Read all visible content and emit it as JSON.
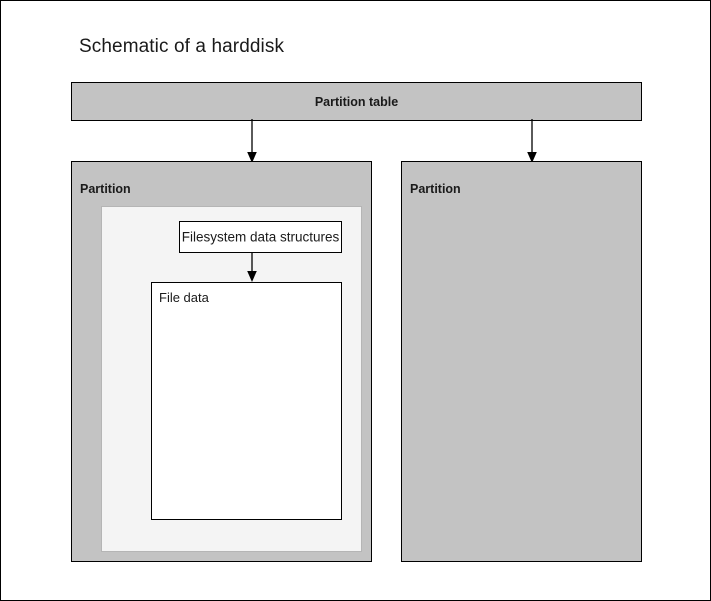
{
  "diagram": {
    "title": "Schematic of a harddisk",
    "nodes": {
      "partition_table": {
        "label": "Partition table"
      },
      "partition_left": {
        "label": "Partition"
      },
      "partition_right": {
        "label": "Partition"
      },
      "filesystem_data_structures": {
        "label": "Filesystem data structures"
      },
      "file_data": {
        "label": "File data"
      }
    },
    "edges": [
      {
        "from": "partition_table",
        "to": "partition_left",
        "arrow": "down"
      },
      {
        "from": "partition_table",
        "to": "partition_right",
        "arrow": "down"
      },
      {
        "from": "filesystem_data_structures",
        "to": "file_data",
        "arrow": "down"
      }
    ],
    "colors": {
      "partition_fill": "#c3c3c3",
      "filesystem_area_fill": "#f4f4f4",
      "data_box_fill": "#ffffff",
      "stroke": "#000000",
      "text": "#1a1a1a",
      "canvas": "#ffffff"
    }
  }
}
